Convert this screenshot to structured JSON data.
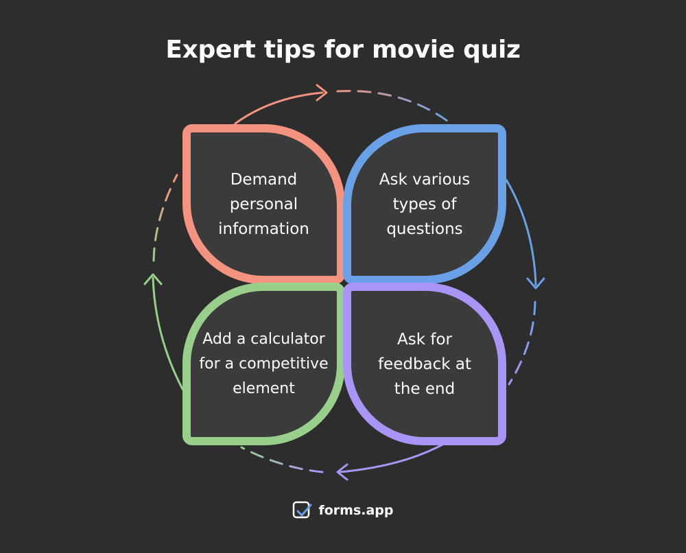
{
  "title": "Expert tips for movie quiz",
  "tips": [
    {
      "text": "Demand personal information",
      "color": "#f4937f"
    },
    {
      "text": "Ask various types of questions",
      "color": "#6aa1e6"
    },
    {
      "text": "Add a calculator for a competitive element",
      "color": "#98cf8a"
    },
    {
      "text": "Ask for feedback at the end",
      "color": "#a995f5"
    }
  ],
  "brand": {
    "name": "forms.app",
    "icon": "forms-app-logo-icon"
  }
}
